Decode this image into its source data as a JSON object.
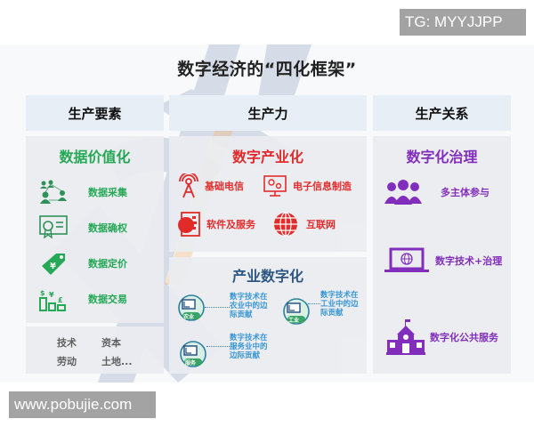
{
  "badges": {
    "top_right": "TG: MYYJJPP",
    "bottom_left": "www.pobujie.com"
  },
  "title": "数字经济的“四化框架”",
  "columns": [
    {
      "header": "生产要素"
    },
    {
      "header": "生产力"
    },
    {
      "header": "生产关系"
    }
  ],
  "data_valorization": {
    "title": "数据价值化",
    "color": "#16a34a",
    "items": [
      {
        "icon": "network-people-icon",
        "label": "数据采集"
      },
      {
        "icon": "certificate-icon",
        "label": "数据确权"
      },
      {
        "icon": "price-tag-icon",
        "label": "数据定价"
      },
      {
        "icon": "currency-trade-icon",
        "label": "数据交易"
      }
    ],
    "other_factors": [
      "技术",
      "资本",
      "劳动",
      "土地..."
    ]
  },
  "digital_industrialization": {
    "title": "数字产业化",
    "color": "#e11d1d",
    "items": [
      {
        "icon": "signal-tower-icon",
        "label": "基础电信"
      },
      {
        "icon": "monitor-gears-icon",
        "label": "电子信息制造"
      },
      {
        "icon": "software-service-icon",
        "label": "软件及服务"
      },
      {
        "icon": "globe-icon",
        "label": "互联网"
      }
    ]
  },
  "industrial_digitalization": {
    "title": "产业数字化",
    "color": "#1e4a7a",
    "items": [
      {
        "icon": "agriculture-icon",
        "badge": "农业",
        "text": "数字技术在农业中的边际贡献"
      },
      {
        "icon": "industry-icon",
        "badge": "工业",
        "text": "数字技术在工业中的边际贡献"
      },
      {
        "icon": "service-icon",
        "badge": "服务",
        "text": "数字技术在服务业中的边际贡献"
      }
    ]
  },
  "digital_governance": {
    "title": "数字化治理",
    "color": "#7a1fb8",
    "items": [
      {
        "icon": "people-group-icon",
        "label": "多主体参与"
      },
      {
        "icon": "laptop-globe-icon",
        "label": "数字技术+治理"
      },
      {
        "icon": "public-building-icon",
        "label": "数字化公共服务"
      }
    ]
  }
}
